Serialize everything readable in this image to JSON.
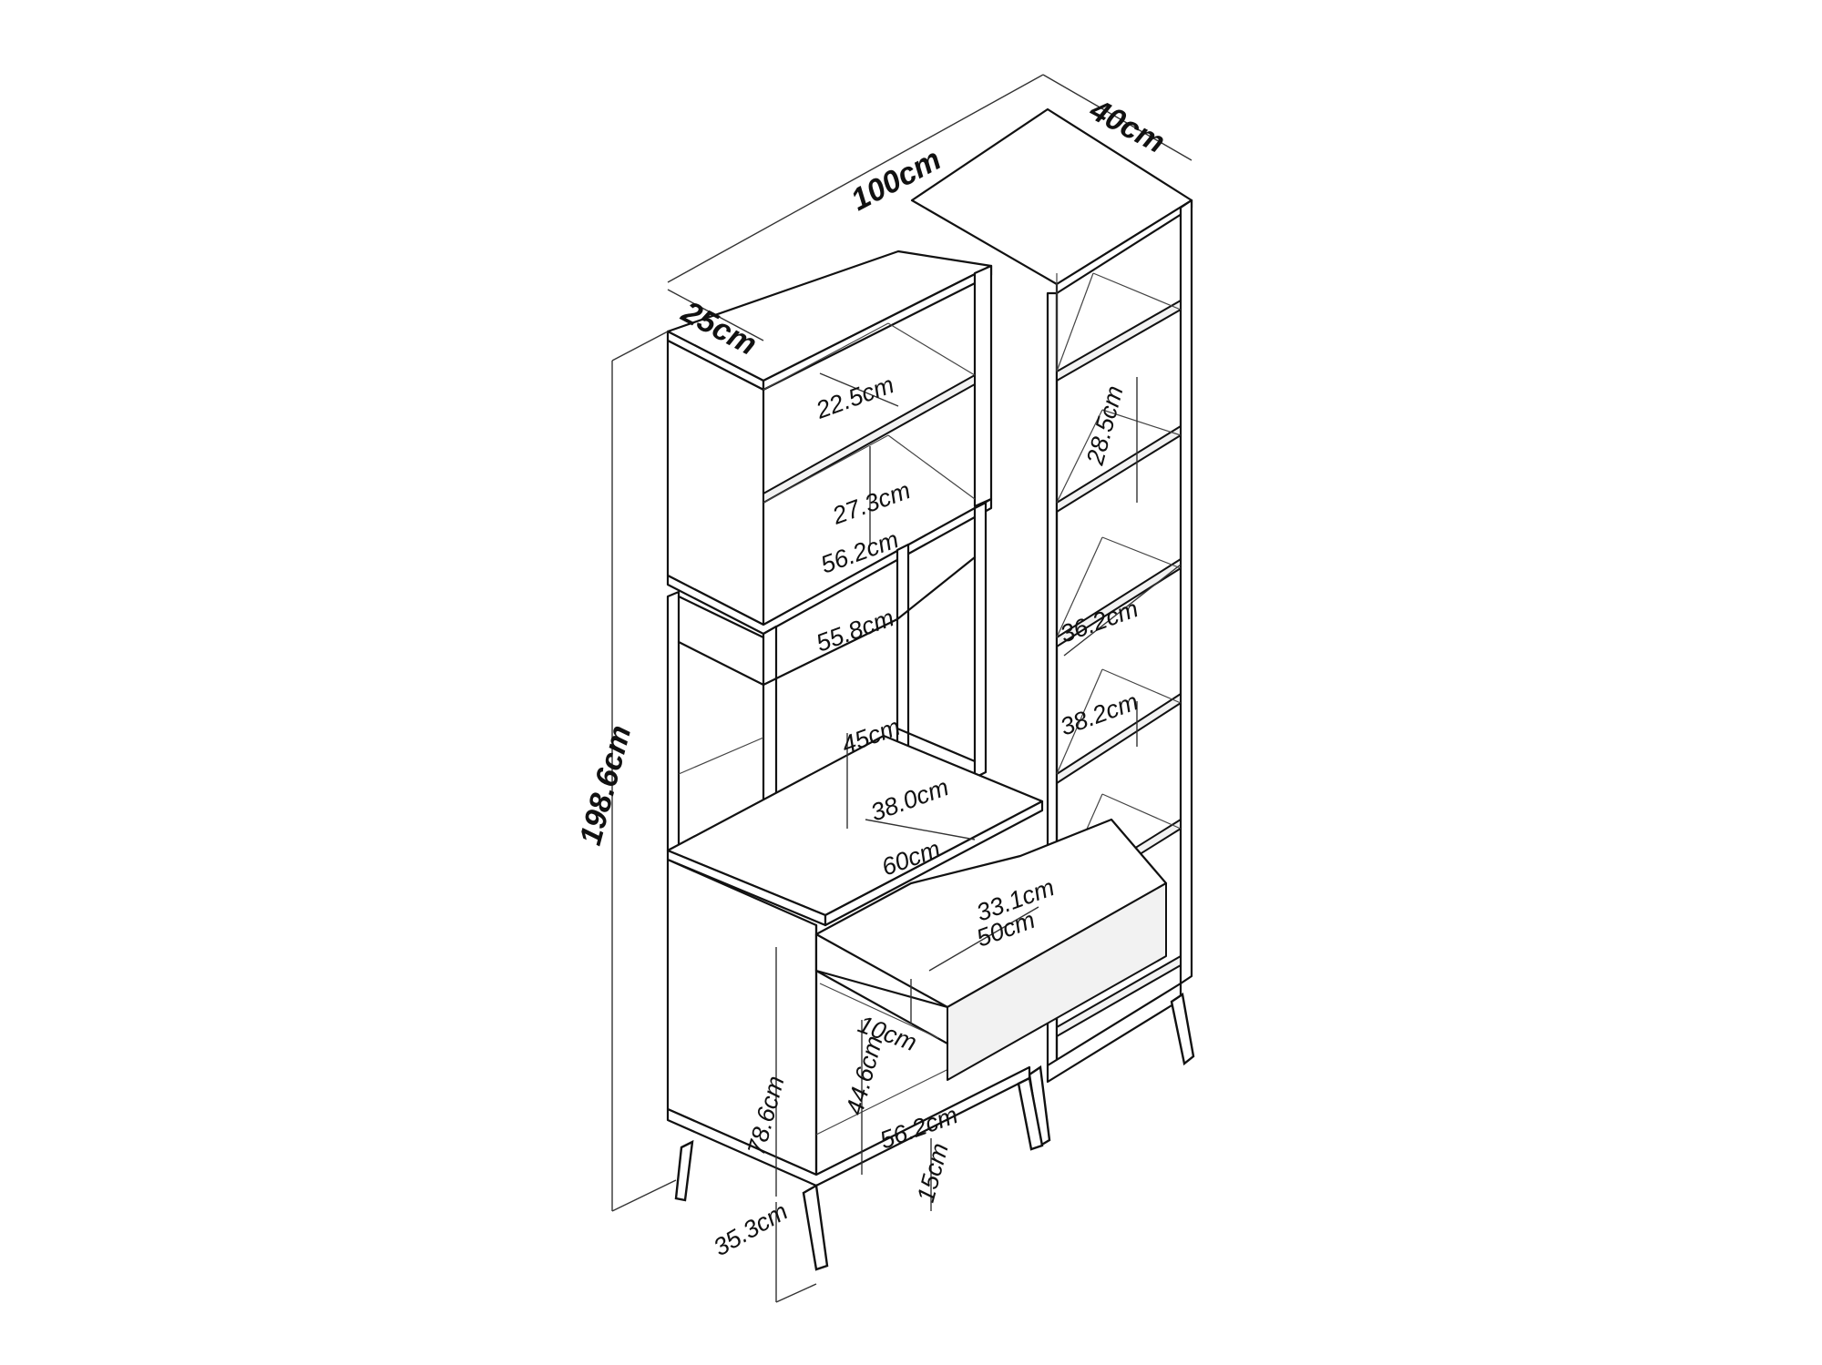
{
  "diagram": {
    "overall": {
      "width": "100cm",
      "depth_right": "40cm",
      "depth_left": "25cm",
      "height": "198.6cm"
    },
    "left_unit": {
      "shelf_gap_1": "22.5cm",
      "shelf_gap_2": "27.3cm",
      "shelf_width_1": "56.2cm",
      "shelf_width_2": "55.8cm",
      "open_gap": "45cm",
      "desk_depth": "38.0cm",
      "desk_width": "60cm",
      "drawer_depth": "33.1cm",
      "drawer_width": "50cm",
      "drawer_height": "10cm",
      "cabinet_height": "78.6cm",
      "under_desk_height": "44.6cm",
      "base_width": "56.2cm",
      "leg_height": "15cm",
      "base_depth": "35.3cm"
    },
    "right_unit": {
      "shelf_gap_1": "28.5cm",
      "shelf_gap_2": "36.2cm",
      "shelf_gap_3": "38.2cm"
    }
  }
}
